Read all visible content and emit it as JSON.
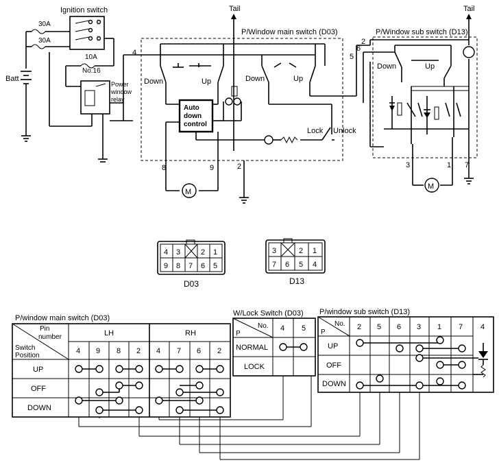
{
  "circuit": {
    "ignition_switch": "Ignition switch",
    "fuse_30a_1": "30A",
    "fuse_30a_2": "30A",
    "fuse_10a": "10A",
    "fuse_no16": "No.16",
    "batt": "Batt",
    "relay_label": [
      "Power",
      "window",
      "relay"
    ],
    "tail_left": "Tail",
    "tail_right": "Tail",
    "main_switch_title": "P/Window main switch (D03)",
    "sub_switch_title": "P/Window sub switch (D13)",
    "auto_down": [
      "Auto",
      "down",
      "control"
    ],
    "down": "Down",
    "up": "Up",
    "lock": "Lock",
    "unlock": "Unlock",
    "motor": "M",
    "pins": {
      "p4": "4",
      "p8": "8",
      "p9": "9",
      "p2": "2",
      "p5": "5",
      "p6": "6",
      "p2b": "2",
      "p3": "3",
      "p1": "1",
      "p7": "7"
    }
  },
  "connectors": {
    "d03": {
      "label": "D03",
      "top": [
        "4",
        "3",
        "",
        "2",
        "1"
      ],
      "bottom": [
        "9",
        "8",
        "7",
        "6",
        "5"
      ]
    },
    "d13": {
      "label": "D13",
      "top": [
        "3",
        "",
        "2",
        "1"
      ],
      "bottom": [
        "7",
        "6",
        "5",
        "4"
      ]
    }
  },
  "table_main": {
    "title": "P/window main switch (D03)",
    "pin_number": [
      "Pin",
      "number"
    ],
    "switch_position": [
      "Switch",
      "Position"
    ],
    "lh": "LH",
    "rh": "RH",
    "pins": [
      "4",
      "9",
      "8",
      "2",
      "4",
      "7",
      "6",
      "2"
    ],
    "rows": [
      "UP",
      "OFF",
      "DOWN"
    ]
  },
  "table_lock": {
    "title": "W/Lock Switch (D03)",
    "no": "No.",
    "p": "P",
    "pins": [
      "4",
      "5"
    ],
    "rows": [
      "NORMAL",
      "LOCK"
    ]
  },
  "table_sub": {
    "title": "P/window sub switch (D13)",
    "no": "No.",
    "p": "P",
    "pins": [
      "2",
      "5",
      "6",
      "3",
      "1",
      "7",
      "4"
    ],
    "rows": [
      "UP",
      "OFF",
      "DOWN"
    ]
  }
}
